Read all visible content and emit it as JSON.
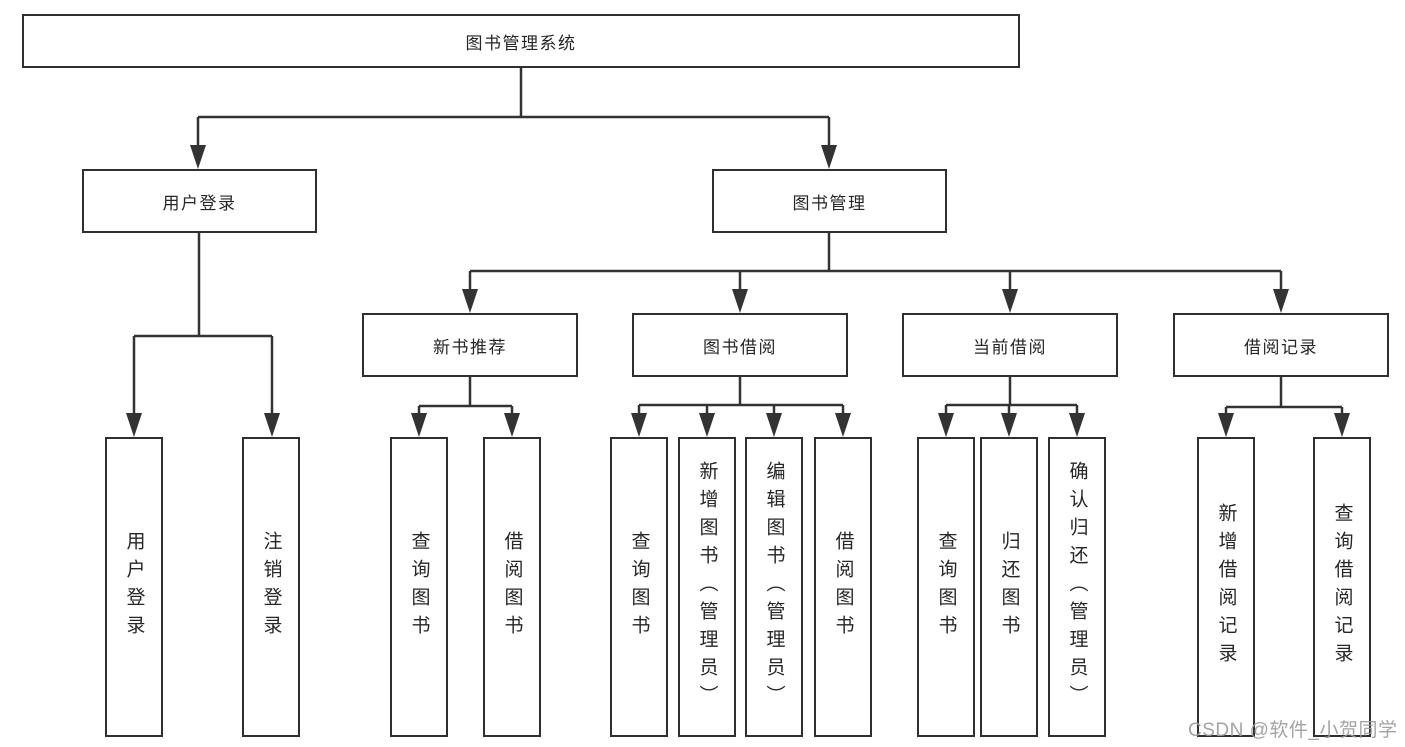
{
  "colors": {
    "line": "#333333",
    "box_border": "#2f2f2f",
    "text": "#262626",
    "watermark": "#9c9c9c",
    "background": "#ffffff"
  },
  "tree": {
    "root": {
      "label": "图书管理系统"
    },
    "branches": [
      {
        "label": "用户登录",
        "children": [
          {
            "label": "用户登录"
          },
          {
            "label": "注销登录"
          }
        ]
      },
      {
        "label": "图书管理",
        "children": [
          {
            "label": "新书推荐",
            "children": [
              {
                "label": "查询图书"
              },
              {
                "label": "借阅图书"
              }
            ]
          },
          {
            "label": "图书借阅",
            "children": [
              {
                "label": "查询图书"
              },
              {
                "label": "新增图书（管理员）"
              },
              {
                "label": "编辑图书（管理员）"
              },
              {
                "label": "借阅图书"
              }
            ]
          },
          {
            "label": "当前借阅",
            "children": [
              {
                "label": "查询图书"
              },
              {
                "label": "归还图书"
              },
              {
                "label": "确认归还（管理员）"
              }
            ]
          },
          {
            "label": "借阅记录",
            "children": [
              {
                "label": "新增借阅记录"
              },
              {
                "label": "查询借阅记录"
              }
            ]
          }
        ]
      }
    ]
  },
  "watermark": {
    "text": "CSDN @软件_小贺同学"
  }
}
